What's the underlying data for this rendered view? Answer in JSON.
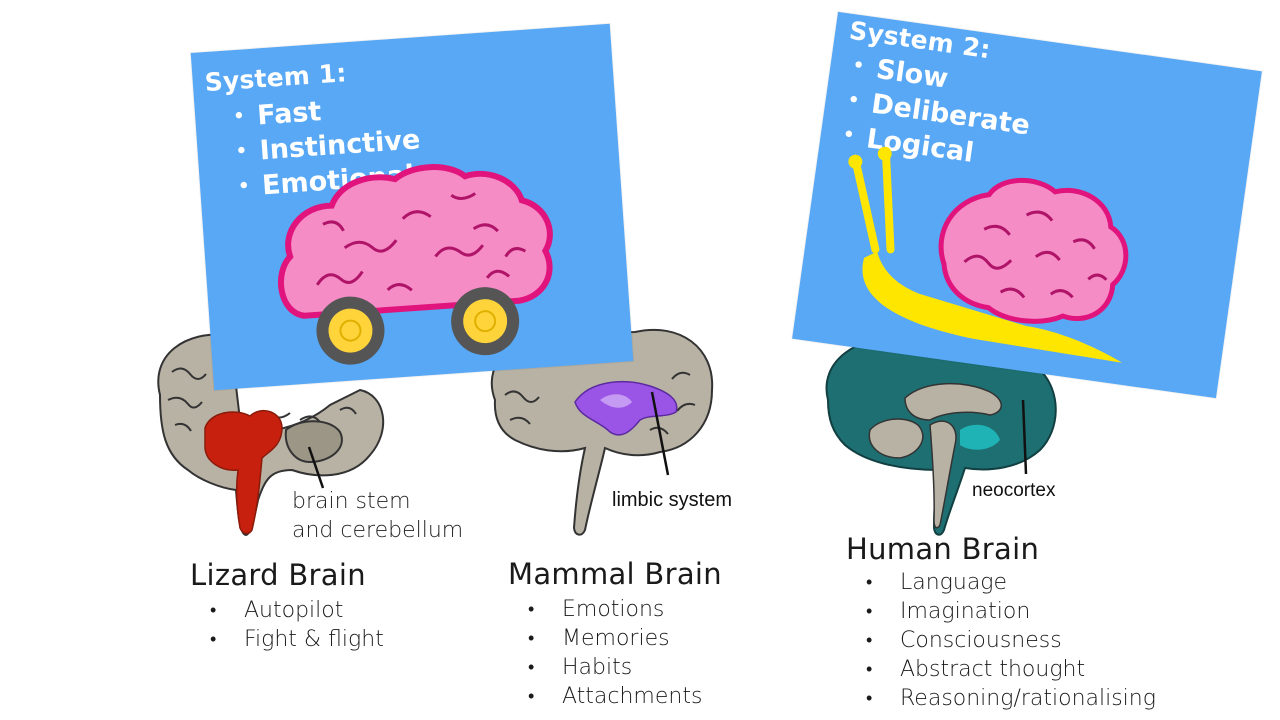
{
  "system1": {
    "title": "System 1:",
    "items": [
      "Fast",
      "Instinctive",
      "Emotional"
    ]
  },
  "system2": {
    "title": "System 2:",
    "items": [
      "Slow",
      "Deliberate",
      "Logical"
    ]
  },
  "captions": {
    "brain_stem": "brain stem and cerebellum",
    "brain_stem_line1": "brain stem",
    "brain_stem_line2": "and cerebellum",
    "limbic": "limbic system",
    "neocortex": "neocortex"
  },
  "groups": {
    "lizard": {
      "title": "Lizard Brain",
      "items": [
        "Autopilot",
        "Fight & flight"
      ]
    },
    "mammal": {
      "title": "Mammal Brain",
      "items": [
        "Emotions",
        "Memories",
        "Habits",
        "Attachments"
      ]
    },
    "human": {
      "title": "Human Brain",
      "items": [
        "Language",
        "Imagination",
        "Consciousness",
        "Abstract thought",
        "Reasoning/rationalising"
      ]
    }
  },
  "colors": {
    "card_blue": "#58a8f5",
    "brain_pink": "#f58cc6",
    "brain_outline": "#e0147c",
    "snail_yellow": "#ffe600",
    "lizard_red": "#c8200e",
    "limbic_purple": "#9a55e6",
    "neocortex_teal": "#1e6f72",
    "brain_grey": "#b8b2a5"
  }
}
